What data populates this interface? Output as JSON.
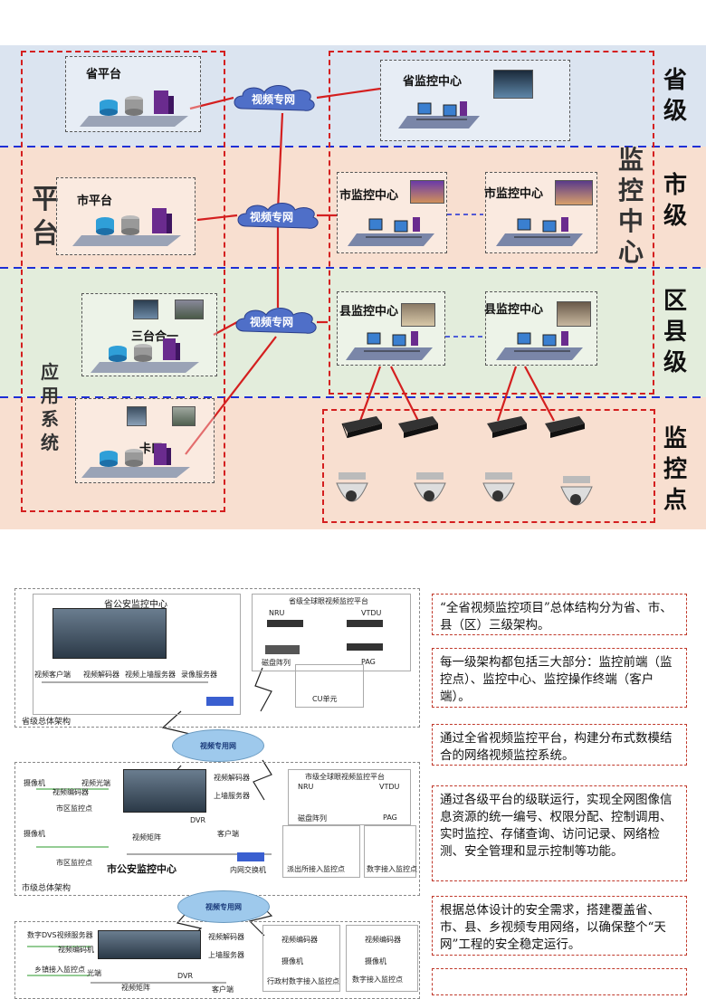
{
  "top": {
    "levels": {
      "province": "省级",
      "city": "市级",
      "county": "区县级",
      "point": "监控点"
    },
    "platform_label": "平台",
    "monitor_center_label": "监控中心",
    "app_system_label": "应用系统",
    "nodes": {
      "province_platform": "省平台",
      "city_platform": "市平台",
      "three_in_one": "三台合一",
      "checkpoint": "卡口",
      "province_center": "省监控中心",
      "city_center_1": "市监控中心",
      "city_center_2": "市监控中心",
      "county_center_1": "县监控中心",
      "county_center_2": "县监控中心"
    },
    "clouds": [
      "视频专网",
      "视频专网",
      "视频专网"
    ]
  },
  "bottom": {
    "province_panel_title": "省公安监控中心",
    "province_arch_label": "省级总体架构",
    "global_platform_title": "省级全球眼视频监控平台",
    "city_global_platform_title": "市级全球眼视频监控平台",
    "city_center_label": "市公安监控中心",
    "city_arch_label": "市级总体架构",
    "private_net": "视频专用网",
    "devices": {
      "nru": "NRU",
      "vtdu": "VTDU",
      "pag": "PAG",
      "disk": "磁盘阵列",
      "cu": "CU单元",
      "client": "视频客户端",
      "decoder": "视频解码器",
      "wall_server": "视频上墙服务器",
      "rec_server": "录像服务器",
      "city_decoder": "视频解码器",
      "city_wall": "上墙服务器",
      "dvr": "DVR",
      "matrix": "视频矩阵",
      "client2": "客户端",
      "switch": "内网交换机",
      "camera": "摄像机",
      "video_enc": "视频编码器",
      "fiber": "视频光端",
      "city_point": "市区监控点",
      "dist_point": "市区监控点",
      "stations_point": "派出所接入监控点",
      "digital_point": "数字接入监控点",
      "county_point": "乡镇接入监控点",
      "village_point": "行政村数字接入监控点",
      "digital_point2": "数字接入监控点",
      "dvs": "数字DVS视频服务器",
      "encoder_mach": "视频编码机",
      "opt": "光端"
    },
    "notes": [
      "“全省视频监控项目”总体结构分为省、市、县（区）三级架构。",
      "每一级架构都包括三大部分：监控前端（监控点）、监控中心、监控操作终端（客户端）。",
      "通过全省视频监控平台，构建分布式数模结合的网络视频监控系统。",
      "通过各级平台的级联运行，实现全网图像信息资源的统一编号、权限分配、控制调用、实时监控、存储查询、访问记录、网络检测、安全管理和显示控制等功能。",
      "根据总体设计的安全需求，搭建覆盖省、市、县、乡视频专用网络，以确保整个“天网”工程的安全稳定运行。"
    ]
  },
  "colors": {
    "band_blue": "#dbe4f0",
    "band_peach": "#f8dfd0",
    "band_green": "#e3eddc",
    "red": "#d41f1f",
    "blue_line": "#1e2fd6"
  }
}
